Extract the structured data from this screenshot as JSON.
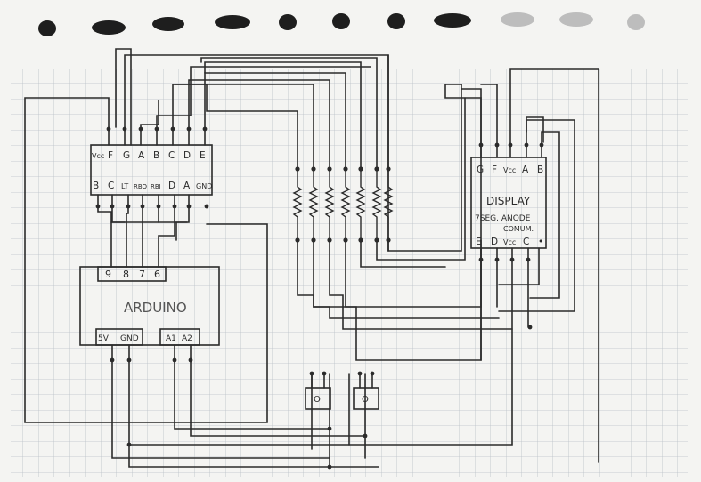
{
  "ic_top_pins": [
    "Vcc",
    "F",
    "G",
    "A",
    "B",
    "C",
    "D",
    "E"
  ],
  "ic_bottom_pins": [
    "B",
    "C",
    "LT",
    "RBO",
    "RBI",
    "D",
    "A",
    "GND"
  ],
  "arduino": {
    "name": "ARDUINO",
    "top_pins": [
      "9",
      "8",
      "7",
      "6"
    ],
    "bottom_pins": [
      "5V",
      "GND",
      "A1",
      "A2"
    ]
  },
  "display": {
    "top_pins": [
      "G",
      "F",
      "Vcc",
      "A",
      "B"
    ],
    "title": "DISPLAY",
    "subtitle": "7SEG. ANODE",
    "subtitle2": "COMUM.",
    "bottom_pins": [
      "E",
      "D",
      "Vcc",
      "C",
      "•"
    ]
  },
  "button_label": "O",
  "colors": {
    "paper": "#f4f4f2",
    "grid": "#b9bfc7",
    "ink": "#2b2b2b",
    "hole": "#1e1e1e"
  }
}
